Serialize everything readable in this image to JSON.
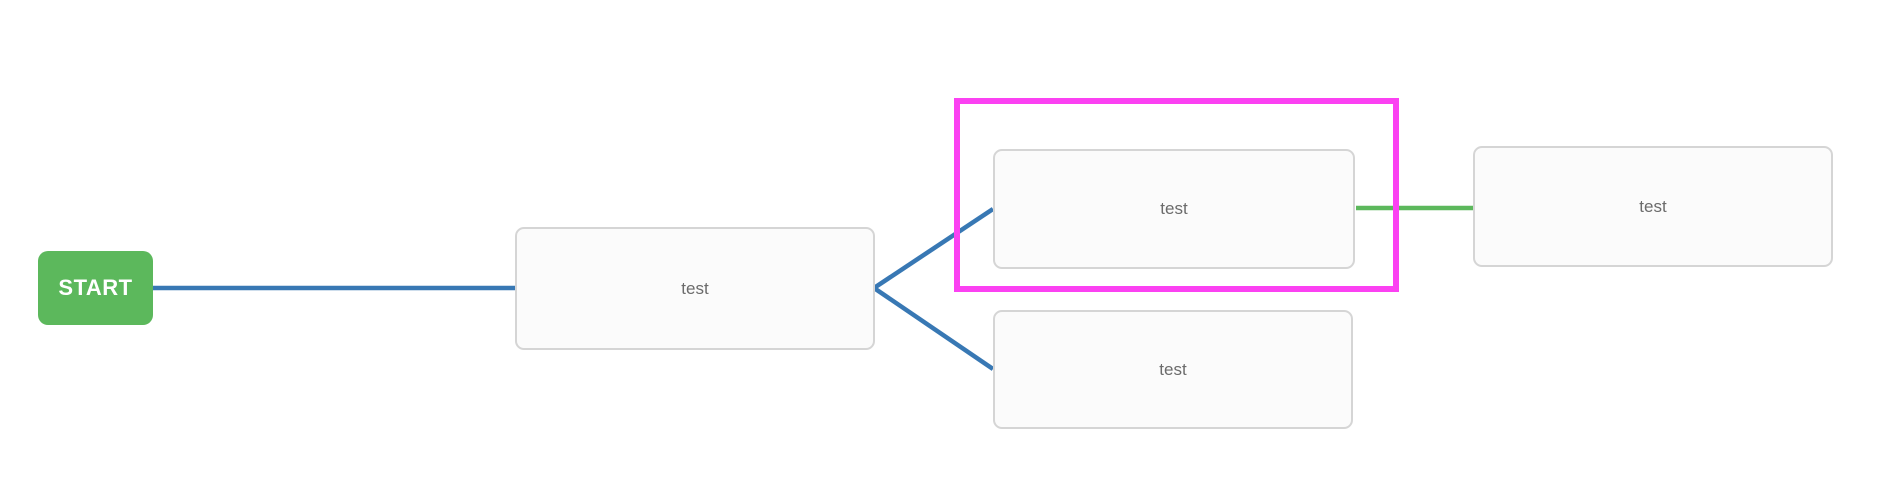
{
  "diagram": {
    "start_node": {
      "label": "START"
    },
    "nodes": [
      {
        "id": "center",
        "label": "test"
      },
      {
        "id": "branch-top",
        "label": "test",
        "selected": true
      },
      {
        "id": "branch-bottom",
        "label": "test"
      },
      {
        "id": "end",
        "label": "test"
      }
    ],
    "edges": [
      {
        "from": "start",
        "to": "center",
        "color_key": "edge_blue"
      },
      {
        "from": "center",
        "to": "branch-top",
        "color_key": "edge_blue"
      },
      {
        "from": "center",
        "to": "branch-bottom",
        "color_key": "edge_blue"
      },
      {
        "from": "branch-top",
        "to": "end",
        "color_key": "edge_green"
      }
    ],
    "colors": {
      "canvas_bg": "#ffffff",
      "start_bg": "#5cb85c",
      "start_text": "#ffffff",
      "edge_blue": "#3878b4",
      "edge_green": "#5cb85c",
      "selection": "#fb41f2",
      "node_bg": "#fbfbfb",
      "node_border": "#d5d5d5",
      "node_text": "#6b6b6b"
    }
  }
}
